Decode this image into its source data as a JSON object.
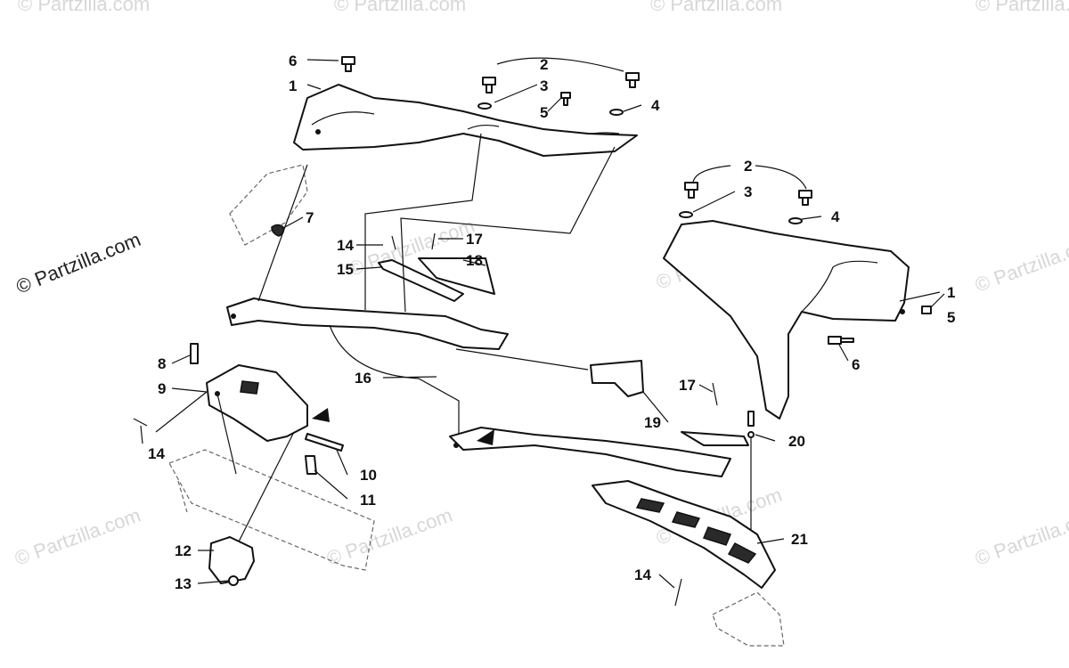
{
  "watermark": {
    "main": "© Partzilla.com",
    "faint": "© Partzilla.com"
  },
  "callouts": {
    "c1a": "1",
    "c2a": "2",
    "c3a": "3",
    "c4a": "4",
    "c5a": "5",
    "c6a": "6",
    "c7": "7",
    "c14a": "14",
    "c15": "15",
    "c17a": "17",
    "c18": "18",
    "c2b": "2",
    "c3b": "3",
    "c4b": "4",
    "c1b": "1",
    "c5b": "5",
    "c6b": "6",
    "c8": "8",
    "c9": "9",
    "c14b": "14",
    "c16": "16",
    "c10": "10",
    "c11": "11",
    "c12": "12",
    "c13": "13",
    "c17b": "17",
    "c19": "19",
    "c20": "20",
    "c21": "21",
    "c14c": "14"
  }
}
